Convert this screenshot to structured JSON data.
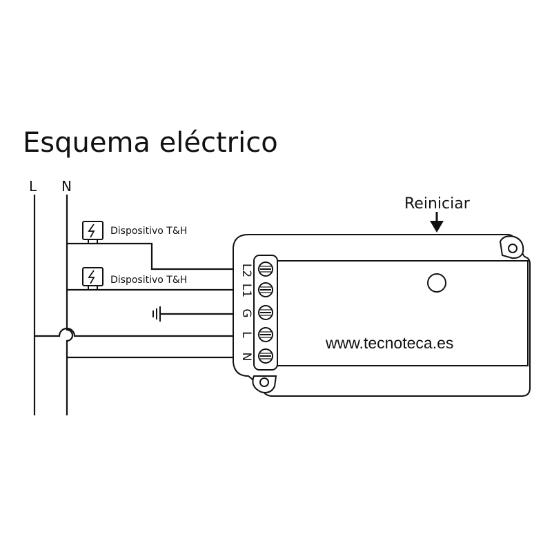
{
  "title": "Esquema eléctrico",
  "rails": {
    "live_label": "L",
    "neutral_label": "N"
  },
  "devices": [
    {
      "label": "Dispositivo T&H",
      "icon": "lightning-bolt-icon"
    },
    {
      "label": "Dispositivo T&H",
      "icon": "lightning-bolt-icon"
    }
  ],
  "ground_symbol": "ground-icon",
  "module": {
    "reset_label": "Reiniciar",
    "url": "www.tecnoteca.es",
    "terminals": [
      "L2",
      "L1",
      "G",
      "L",
      "N"
    ]
  }
}
